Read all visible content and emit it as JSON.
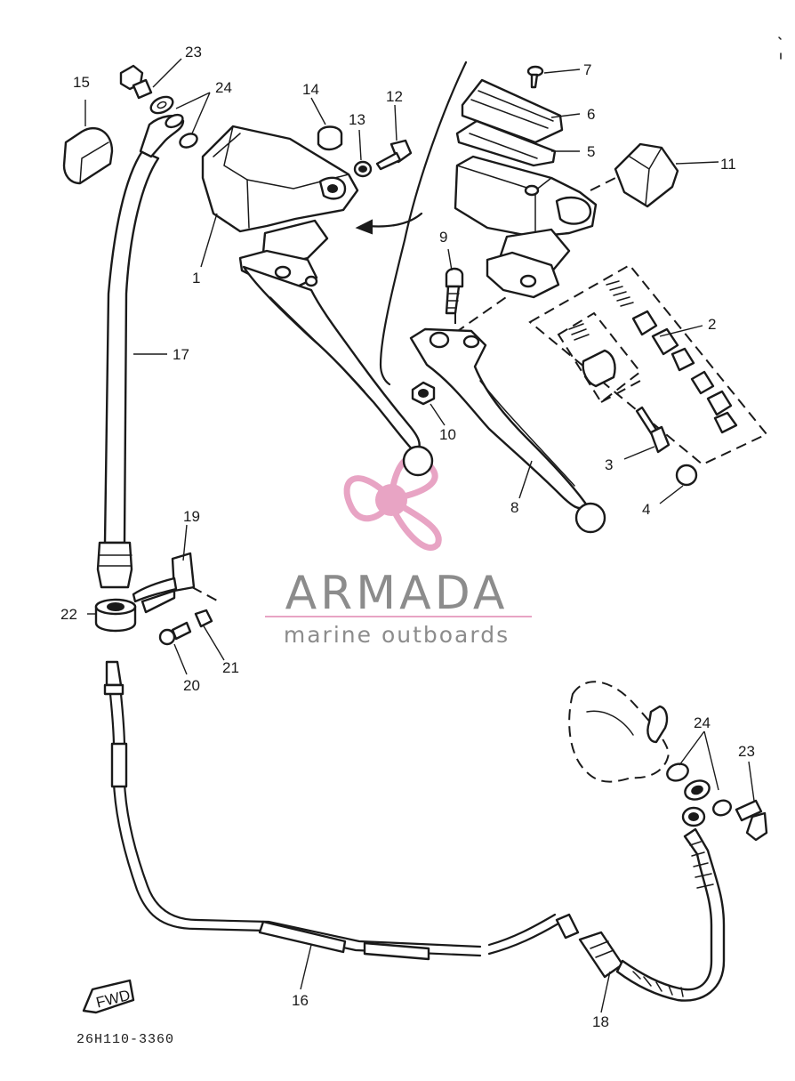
{
  "diagram": {
    "part_code": "26H110-3360",
    "direction_badge": "FWD",
    "callouts": [
      "1",
      "2",
      "3",
      "4",
      "5",
      "6",
      "7",
      "8",
      "9",
      "10",
      "11",
      "12",
      "13",
      "14",
      "15",
      "16",
      "17",
      "18",
      "19",
      "20",
      "21",
      "22",
      "23",
      "24",
      "23",
      "24"
    ]
  },
  "watermark": {
    "brand": "ARMADA",
    "tagline": "marine outboards",
    "colors": {
      "logo_pink": "#e8a4c4",
      "text_gray": "#8c8c8c"
    }
  }
}
